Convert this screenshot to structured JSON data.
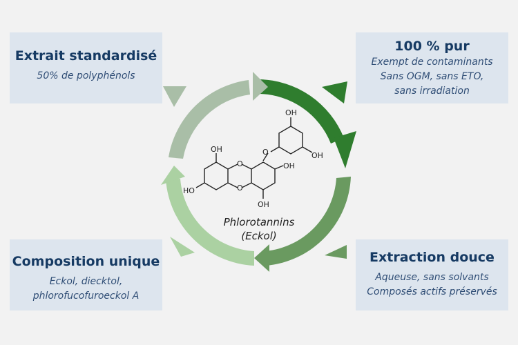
{
  "boxes": {
    "top_left": {
      "title": "Extrait standardisé",
      "lines": [
        "50% de polyphénols"
      ]
    },
    "top_right": {
      "title": "100 % pur",
      "lines": [
        "Exempt de contaminants",
        "Sans OGM, sans ETO,",
        "sans irradiation"
      ]
    },
    "bottom_left": {
      "title": "Composition unique",
      "lines": [
        "Eckol, diecktol,",
        "phlorofucofuroeckol A"
      ]
    },
    "bottom_right": {
      "title": "Extraction douce",
      "lines": [
        "Aqueuse, sans solvants",
        "Composés actifs préservés"
      ]
    }
  },
  "center": {
    "name": "Phlorotannins",
    "sub": "(Eckol)",
    "atoms": {
      "oh": "OH",
      "ho": "HO",
      "o": "O"
    }
  },
  "colors": {
    "arrow_dark_green": "#2f7d2e",
    "arrow_mid_green": "#6a9a60",
    "arrow_light_green": "#abd1a2",
    "arrow_gray_green": "#a9bea7",
    "box_bg": "#dde5ee",
    "title_color": "#163a63"
  }
}
